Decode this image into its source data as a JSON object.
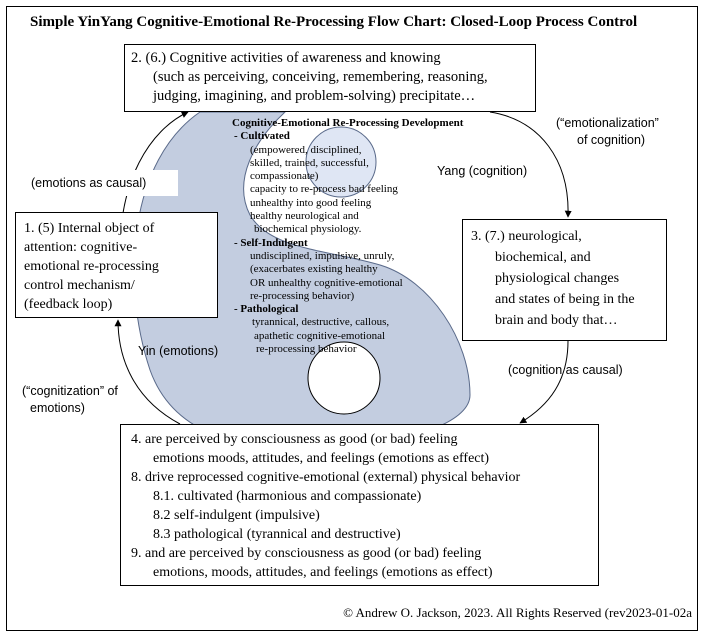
{
  "title": "Simple YinYang  Cognitive-Emotional  Re-Processing Flow Chart: Closed-Loop Process Control",
  "box_top": {
    "lines": [
      "2. (6.) Cognitive  activities  of  awareness  and  knowing",
      "(such  as  perceiving,  conceiving,  remembering,  reasoning,",
      "judging,  imagining,  and  problem-solving)  precipitate…"
    ]
  },
  "box_left": {
    "lines": [
      "1. (5) Internal object of",
      "attention:  cognitive-",
      "emotional   re-processing",
      "control mechanism/",
      "(feedback loop)"
    ]
  },
  "box_right": {
    "lines": [
      "3. (7.) neurological,",
      "biochemical,  and",
      "physiological  changes",
      "and states of being in the",
      "brain and body that…"
    ]
  },
  "box_bottom": {
    "lines": [
      "4.  are perceived  by consciousness  as good  (or bad) feeling",
      "emotions  moods,  attitudes,  and  feelings  (emotions  as effect)",
      "8.  drive  reprocessed  cognitive-emotional  (external)  physical  behavior",
      "8.1.  cultivated  (harmonious  and  compassionate)",
      "8.2  self-indulgent  (impulsive)",
      "8.3  pathological  (tyrannical  and  destructive)",
      "9.  and are perceived by consciousness  as good (or bad) feeling",
      "emotions,  moods,  attitudes,  and  feelings  (emotions  as effect)"
    ]
  },
  "labels": {
    "emotions_causal": "(emotions as causal)",
    "emotionalization_1": "(“emotionalization”",
    "emotionalization_2": "of cognition)",
    "yang": "Yang (cognition)",
    "cognition_causal": "(cognition as causal)",
    "yin": "Yin (emotions)",
    "cognitization_1": "(“cognitization” of",
    "cognitization_2": "emotions)"
  },
  "development": {
    "heading": "Cognitive-Emotional  Re-Processing Development",
    "cultivated": {
      "heading": "- Cultivated",
      "lines": [
        "(empowered, disciplined,",
        "skilled, trained, successful,",
        "compassionate)",
        "capacity to re-process bad feeling",
        "unhealthy into good feeling",
        "healthy neurological and",
        "biochemical physiology."
      ]
    },
    "self_indulgent": {
      "heading": "- Self-Indulgent",
      "lines": [
        "undisciplined, impulsive, unruly,",
        "(exacerbates existing healthy",
        "OR unhealthy cognitive-emotional",
        "re-processing behavior)"
      ]
    },
    "pathological": {
      "heading": "- Pathological",
      "lines": [
        "tyrannical, destructive, callous,",
        "apathetic cognitive-emotional",
        "re-processing behavior"
      ]
    }
  },
  "copyright": "© Andrew O. Jackson, 2023. All Rights Reserved (rev2023-01-02a",
  "colors": {
    "yin_fill": "#c3cde0",
    "yin_stroke": "#5a6a8a",
    "dot_fill": "#dfe6f4"
  }
}
